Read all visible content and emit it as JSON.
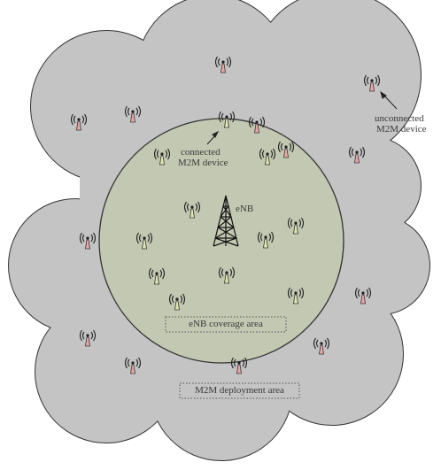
{
  "labels": {
    "enb": "eNB",
    "connected_line1": "connected",
    "connected_line2": "M2M device",
    "unconnected_line1": "unconnected",
    "unconnected_line2": "M2M device",
    "coverage_area": "eNB coverage area",
    "deployment_area": "M2M deployment area"
  },
  "device_counts": {
    "connected": 11,
    "unconnected": 13
  },
  "colors": {
    "cloud_fill": "#c4c4c4",
    "coverage_fill": "#c3c8b2",
    "connected_device": "#dfe6b0",
    "unconnected_device": "#e9a8a8",
    "outline": "#333333"
  }
}
